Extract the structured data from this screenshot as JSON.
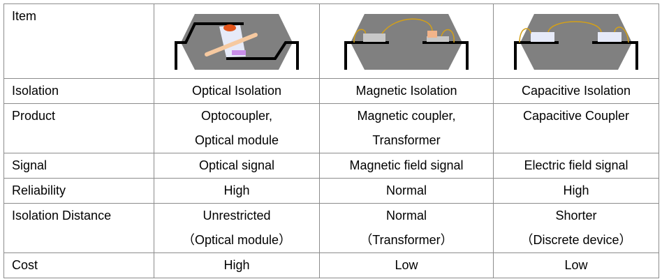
{
  "header": {
    "item": "Item"
  },
  "rows": [
    {
      "label": "Isolation",
      "optical": [
        "Optical Isolation"
      ],
      "magnetic": [
        "Magnetic Isolation"
      ],
      "capacitive": [
        "Capacitive Isolation"
      ]
    },
    {
      "label": "Product",
      "optical": [
        "Optocoupler,",
        "Optical module"
      ],
      "magnetic": [
        "Magnetic coupler,",
        "Transformer"
      ],
      "capacitive": [
        "Capacitive Coupler"
      ]
    },
    {
      "label": "Signal",
      "optical": [
        "Optical signal"
      ],
      "magnetic": [
        "Magnetic field signal"
      ],
      "capacitive": [
        "Electric field signal"
      ]
    },
    {
      "label": "Reliability",
      "optical": [
        "High"
      ],
      "magnetic": [
        "Normal"
      ],
      "capacitive": [
        "High"
      ]
    },
    {
      "label": "Isolation Distance",
      "optical": [
        "Unrestricted",
        "（Optical module）"
      ],
      "magnetic": [
        "Normal",
        "（Transformer）"
      ],
      "capacitive": [
        "Shorter",
        "（Discrete device）"
      ]
    },
    {
      "label": "Cost",
      "optical": [
        "High"
      ],
      "magnetic": [
        "Low"
      ],
      "capacitive": [
        "Low"
      ]
    }
  ],
  "colors": {
    "package": "#808080",
    "lead": "#000000",
    "wire": "#d4a017",
    "border": "#8c8c8c"
  }
}
